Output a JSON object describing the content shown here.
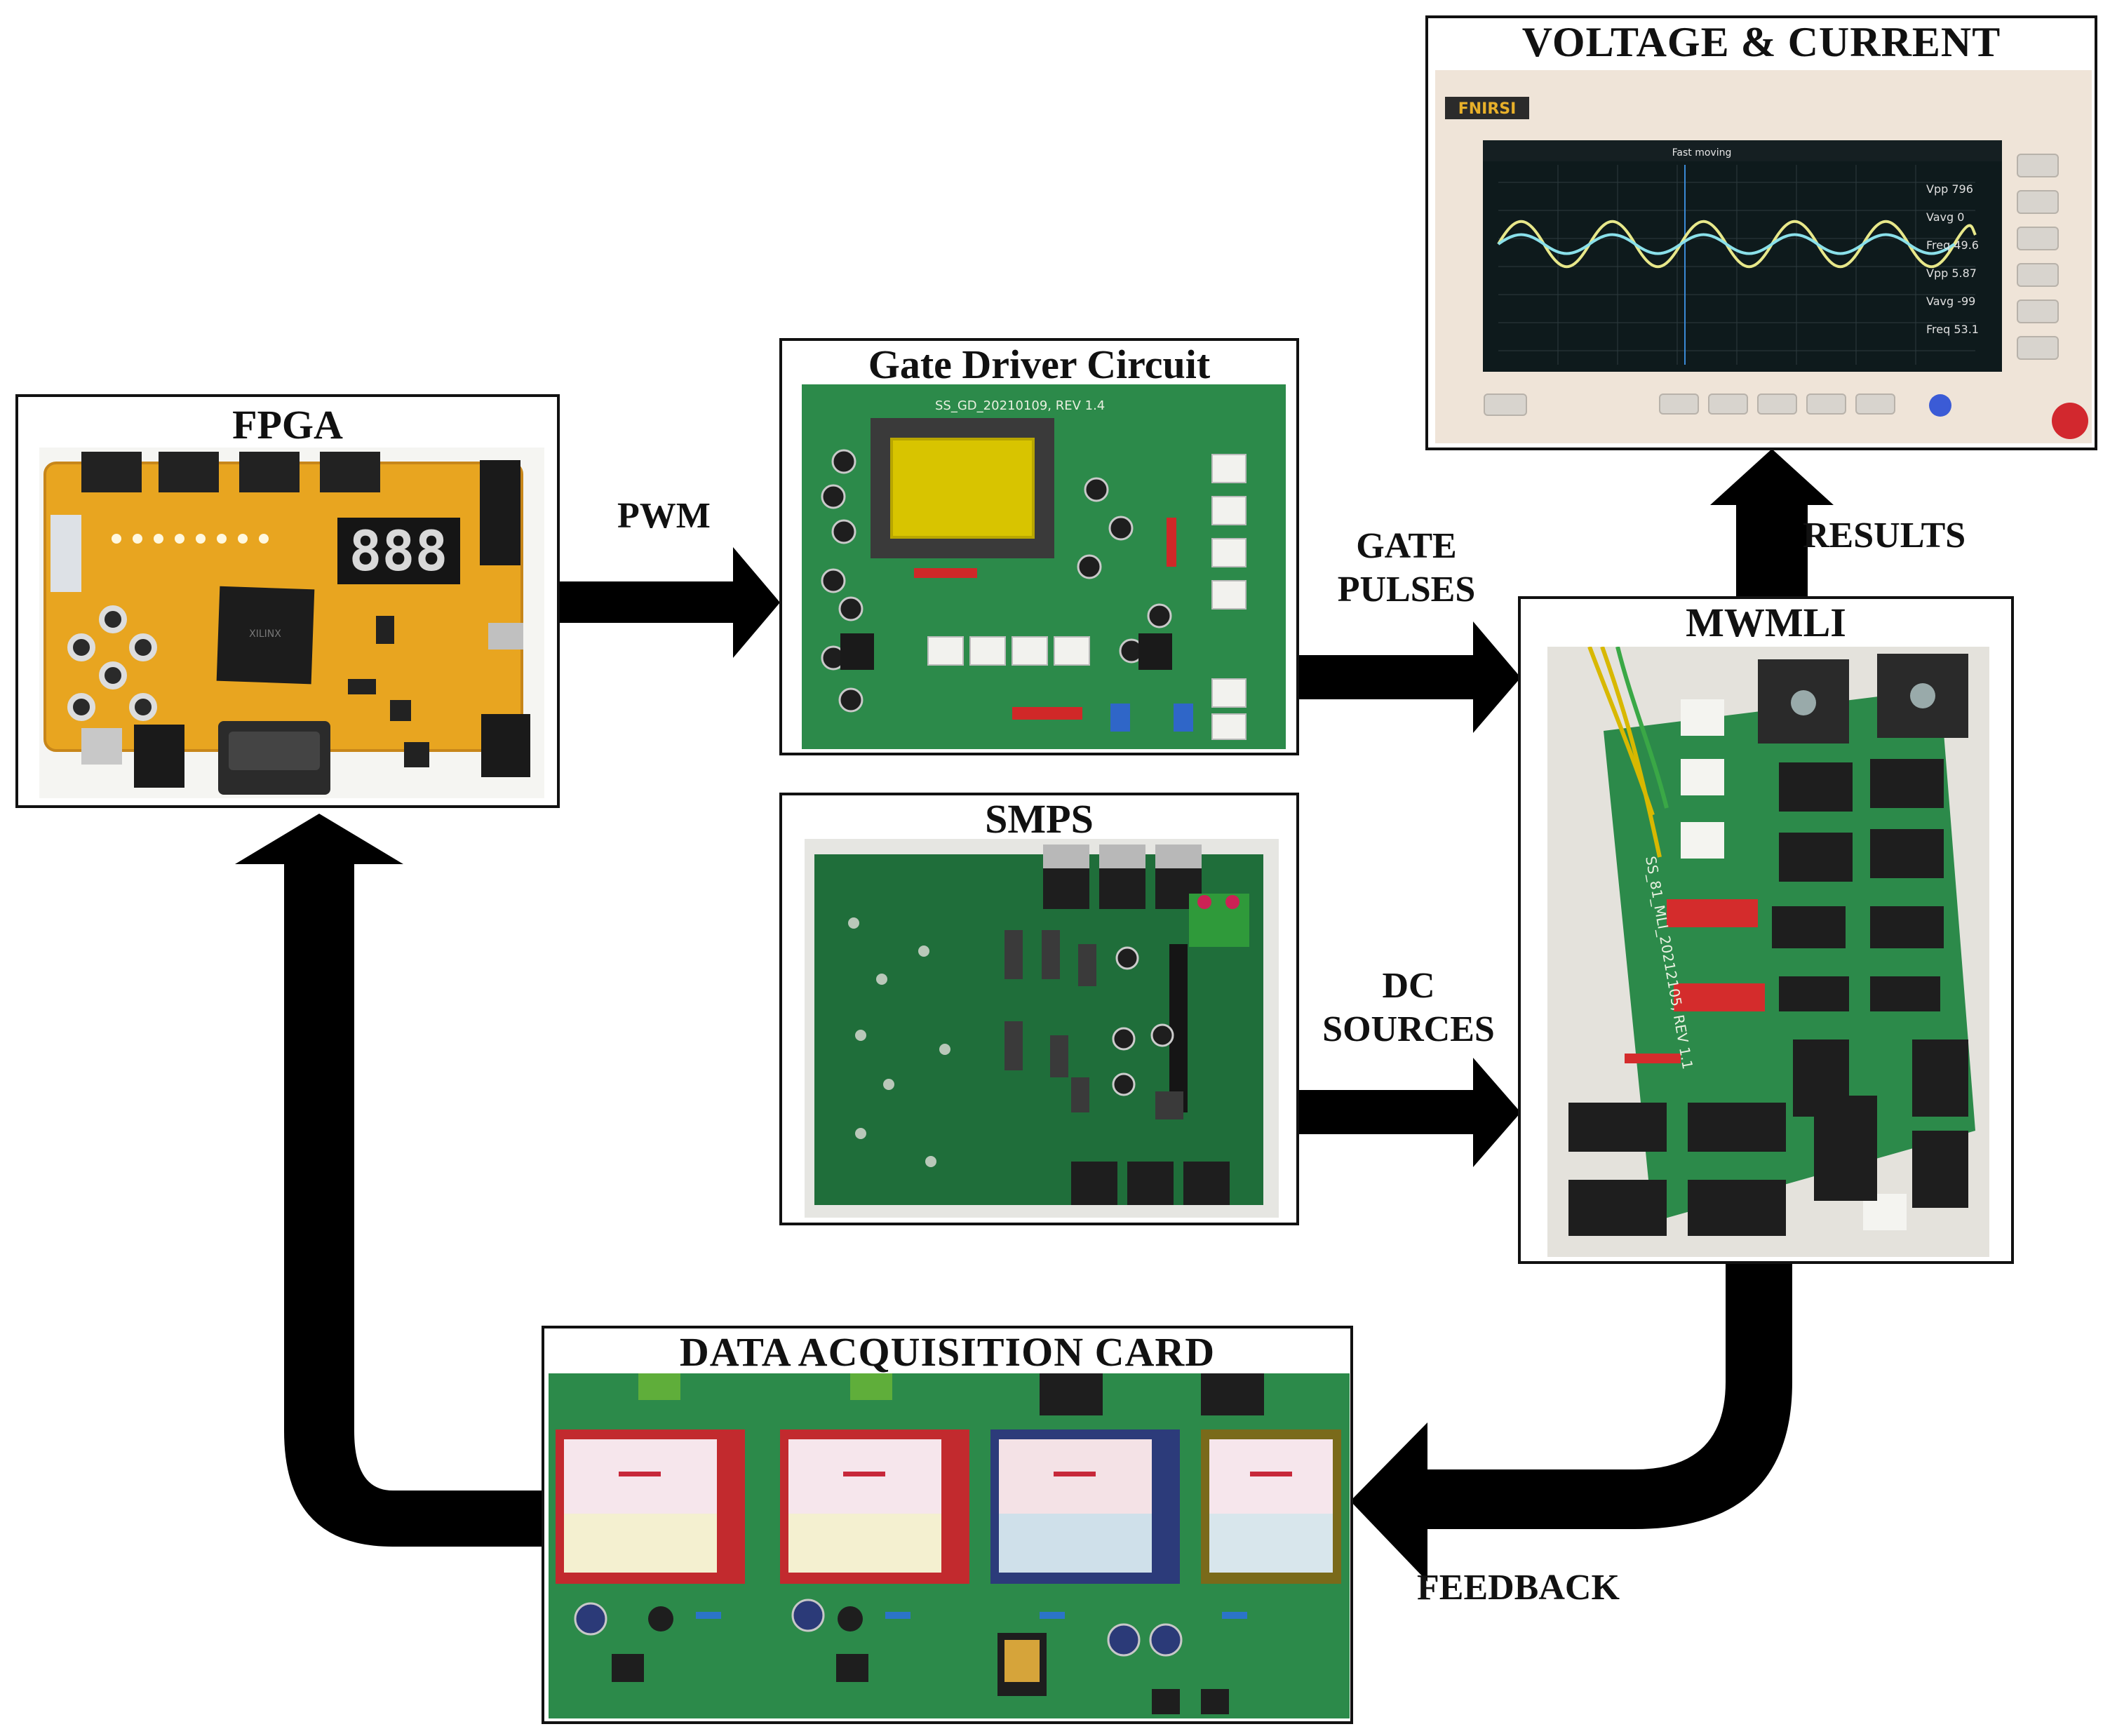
{
  "blocks": {
    "fpga": {
      "title": "FPGA",
      "display_digits": "888"
    },
    "gate_driver": {
      "title": "Gate Driver Circuit",
      "pcb_text": "SS_GD_20210109, REV 1.4"
    },
    "smps": {
      "title": "SMPS"
    },
    "mwmli": {
      "title": "MWMLI",
      "pcb_text": "SS_81_MLI_20212105, REV 1.1"
    },
    "voltage_current": {
      "title": "VOLTAGE & CURRENT",
      "scope_brand": "FNIRSI",
      "scope_header": "Fast moving",
      "readings": [
        "Vpp 796",
        "Vavg 0",
        "Freq 49.6",
        "Vpp 5.87",
        "Vavg -99",
        "Freq 53.1"
      ]
    },
    "daq": {
      "title": "DATA ACQUISITION CARD"
    }
  },
  "connections": {
    "pwm": "PWM",
    "gate_pulses": [
      "GATE",
      "PULSES"
    ],
    "dc_sources": [
      "DC",
      "SOURCES"
    ],
    "results": "RESULTS",
    "feedback": "FEEDBACK"
  },
  "colors": {
    "arrow": "#000000",
    "fpga_board": "#e8a520",
    "pcb_green": "#2c8a4a",
    "dark_green_pcb": "#1f6e3a",
    "scope_screen": "#0e1a1c",
    "wave_yellow": "#e8e88a",
    "wave_cyan": "#8ae0ea"
  }
}
